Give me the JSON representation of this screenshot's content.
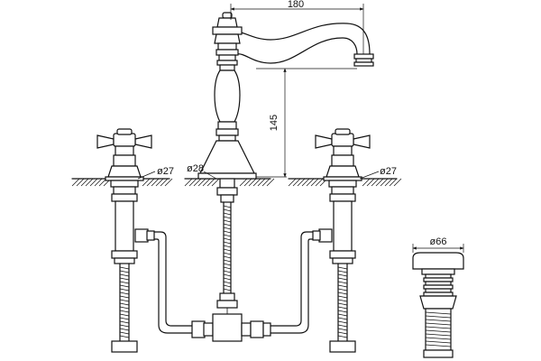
{
  "dimensions": {
    "spout_reach": "180",
    "spout_height": "145",
    "left_handle_hole": "ø27",
    "center_spout_hole": "ø28",
    "right_handle_hole": "ø27",
    "drain_diameter": "ø66"
  }
}
